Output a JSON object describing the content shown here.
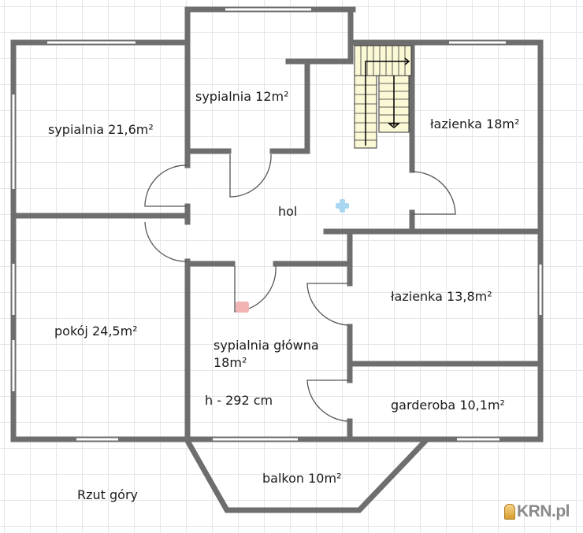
{
  "plan": {
    "title": "Rzut góry",
    "rooms": [
      {
        "id": "sypialnia-216",
        "label": "sypialnia 21,6m²"
      },
      {
        "id": "sypialnia-12",
        "label": "sypialnia 12m²"
      },
      {
        "id": "lazienka-18",
        "label": "łazienka 18m²"
      },
      {
        "id": "hol",
        "label": "hol"
      },
      {
        "id": "pokoj-245",
        "label": "pokój 24,5m²"
      },
      {
        "id": "lazienka-138",
        "label": "łazienka 13,8m²"
      },
      {
        "id": "sypialnia-glowna",
        "label": "sypialnia główna 18m²"
      },
      {
        "id": "garderoba",
        "label": "garderoba 10,1m²"
      },
      {
        "id": "balkon",
        "label": "balkon 10m²"
      }
    ],
    "height_note": "h - 292 cm"
  },
  "branding": {
    "logo_text": "KRN.pl"
  },
  "colors": {
    "wall": "#6e6e6e",
    "grid": "#e6e6e6",
    "stairs_fill": "#fbf8d6",
    "marker_blue": "#a9d6f0",
    "marker_red": "#f2b3b3"
  }
}
